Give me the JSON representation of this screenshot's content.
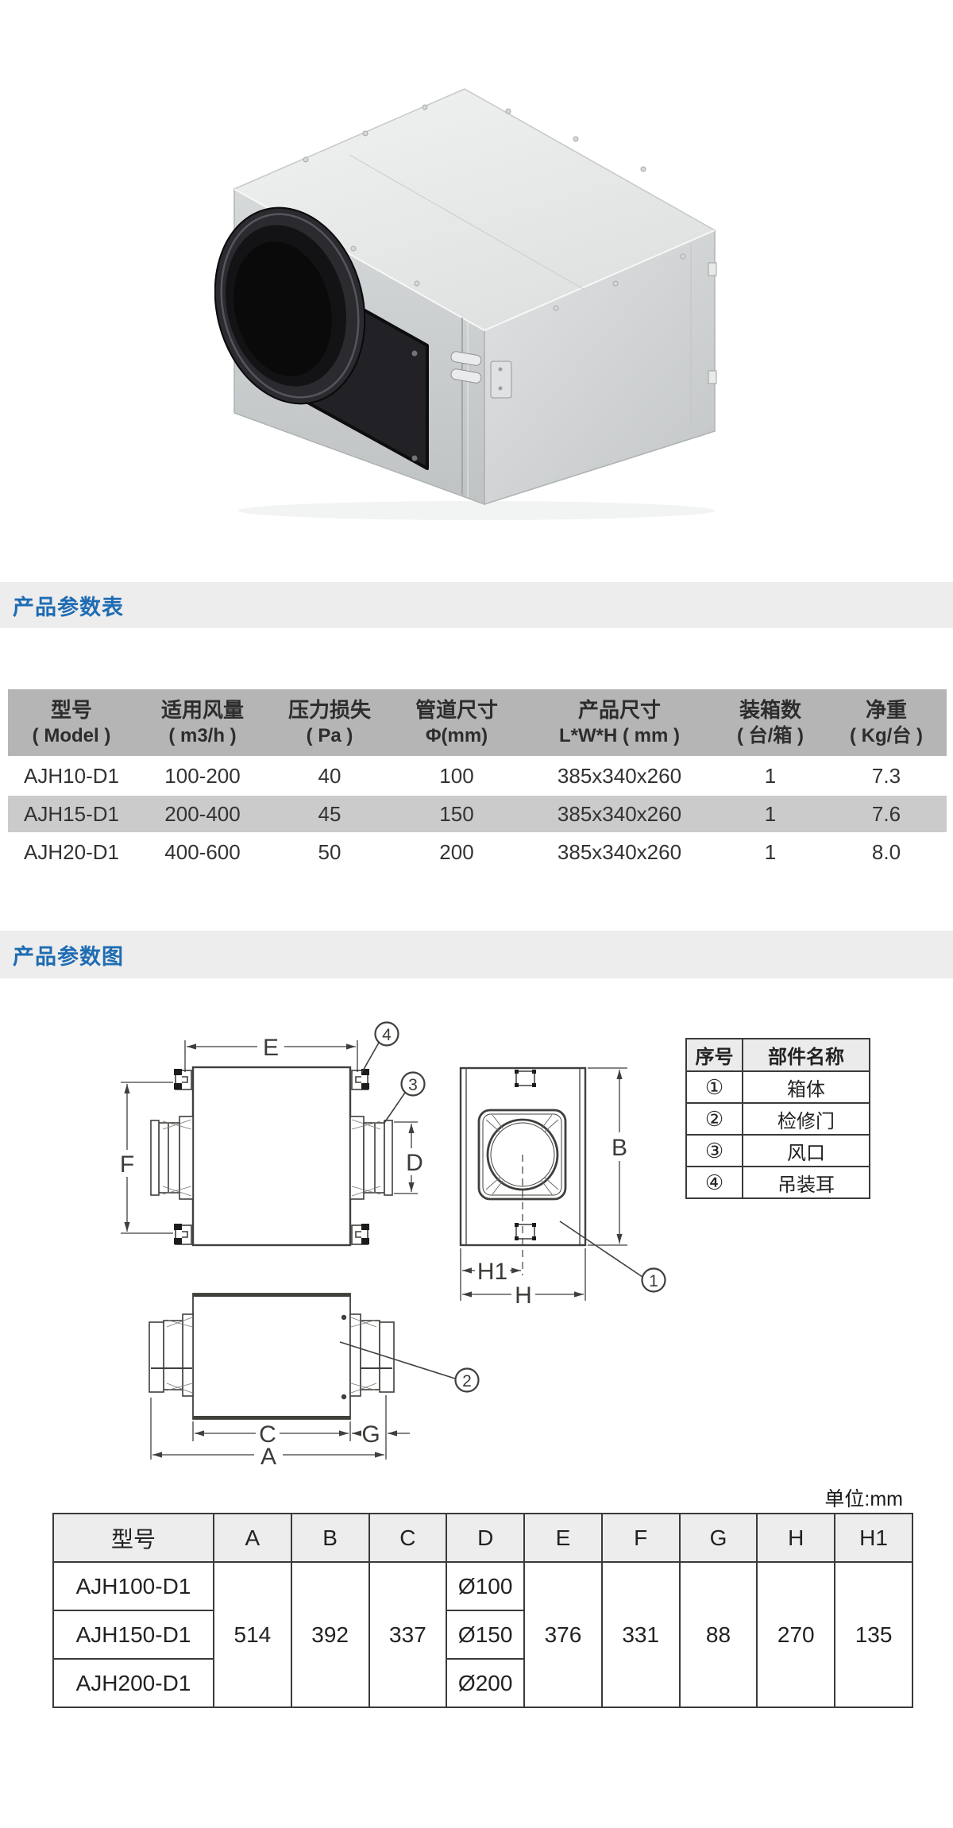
{
  "sections": {
    "params_table_title": "产品参数表",
    "params_diagram_title": "产品参数图"
  },
  "spec_table": {
    "headers": [
      {
        "line1": "型号",
        "line2": "( Model )"
      },
      {
        "line1": "适用风量",
        "line2": "( m3/h )"
      },
      {
        "line1": "压力损失",
        "line2": "( Pa )"
      },
      {
        "line1": "管道尺寸",
        "line2": "Φ(mm)"
      },
      {
        "line1": "产品尺寸",
        "line2": "L*W*H ( mm )"
      },
      {
        "line1": "装箱数",
        "line2": "( 台/箱 )"
      },
      {
        "line1": "净重",
        "line2": "( Kg/台 )"
      }
    ],
    "rows": [
      [
        "AJH10-D1",
        "100-200",
        "40",
        "100",
        "385x340x260",
        "1",
        "7.3"
      ],
      [
        "AJH15-D1",
        "200-400",
        "45",
        "150",
        "385x340x260",
        "1",
        "7.6"
      ],
      [
        "AJH20-D1",
        "400-600",
        "50",
        "200",
        "385x340x260",
        "1",
        "8.0"
      ]
    ]
  },
  "diagram": {
    "dims": {
      "E": "E",
      "F": "F",
      "D": "D",
      "B": "B",
      "H1": "H1",
      "H": "H",
      "C": "C",
      "G": "G",
      "A": "A"
    },
    "callouts": {
      "c1": "1",
      "c2": "2",
      "c3": "3",
      "c4": "4"
    },
    "legend": {
      "headers": [
        "序号",
        "部件名称"
      ],
      "rows": [
        [
          "①",
          "箱体"
        ],
        [
          "②",
          "检修门"
        ],
        [
          "③",
          "风口"
        ],
        [
          "④",
          "吊装耳"
        ]
      ]
    },
    "unit_note": "单位:mm"
  },
  "dim_table": {
    "headers": [
      "型号",
      "A",
      "B",
      "C",
      "D",
      "E",
      "F",
      "G",
      "H",
      "H1"
    ],
    "models": [
      "AJH100-D1",
      "AJH150-D1",
      "AJH200-D1"
    ],
    "d_values": [
      "Ø100",
      "Ø150",
      "Ø200"
    ],
    "merged": {
      "A": "514",
      "B": "392",
      "C": "337",
      "E": "376",
      "F": "331",
      "G": "88",
      "H": "270",
      "H1": "135"
    }
  }
}
